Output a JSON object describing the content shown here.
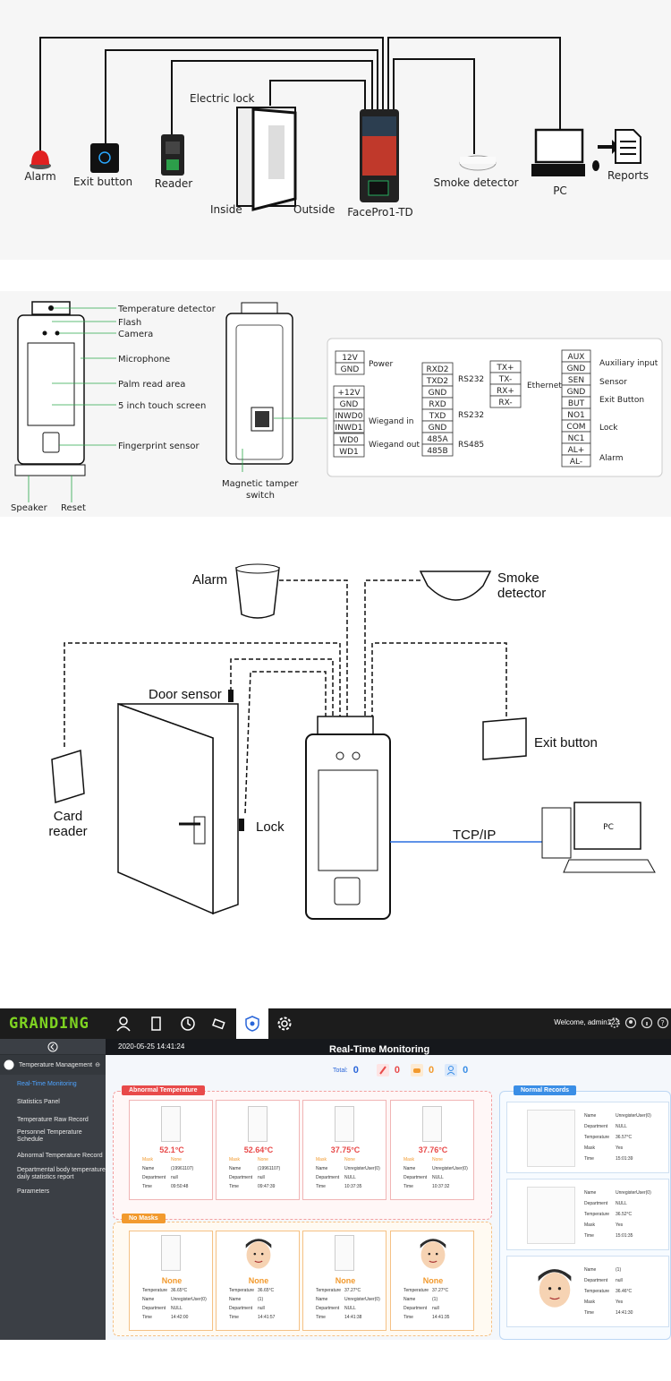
{
  "diagram1": {
    "labels": {
      "alarm": "Alarm",
      "exit_button": "Exit button",
      "reader": "Reader",
      "electric_lock": "Electric lock",
      "inside": "Inside",
      "outside": "Outside",
      "device": "FacePro1-TD",
      "smoke_detector": "Smoke detector",
      "pc": "PC",
      "reports": "Reports"
    }
  },
  "diagram2": {
    "labels": {
      "temperature_detector": "Temperature detector",
      "flash": "Flash",
      "camera": "Camera",
      "microphone": "Microphone",
      "palm": "Palm read area",
      "touch": "5 inch touch screen",
      "fingerprint": "Fingerprint sensor",
      "speaker": "Speaker",
      "reset": "Reset",
      "tamper_1": "Magnetic tamper",
      "tamper_2": "switch"
    },
    "power_pins": [
      "12V",
      "GND"
    ],
    "power_label": "Power",
    "wiegand_in_pins": [
      "+12V",
      "GND",
      "INWD0",
      "INWD1"
    ],
    "wiegand_in_label": "Wiegand in",
    "wiegand_out_pins": [
      "WD0",
      "WD1"
    ],
    "wiegand_out_label": "Wiegand out",
    "serial_pins": [
      "RXD2",
      "TXD2",
      "GND",
      "RXD",
      "TXD",
      "GND",
      "485A",
      "485B"
    ],
    "rs232_label": "RS232",
    "rs485_label": "RS485",
    "ethernet_pins": [
      "TX+",
      "TX-",
      "RX+",
      "RX-"
    ],
    "ethernet_label": "Ethernet",
    "right_pins": [
      "AUX",
      "GND",
      "SEN",
      "GND",
      "BUT",
      "NO1",
      "COM",
      "NC1",
      "AL+",
      "AL-"
    ],
    "right_labels": {
      "aux": "Auxiliary input",
      "sensor": "Sensor",
      "exit": "Exit Button",
      "lock": "Lock",
      "alarm": "Alarm"
    }
  },
  "diagram3": {
    "labels": {
      "alarm": "Alarm",
      "smoke_1": "Smoke",
      "smoke_2": "detector",
      "door_sensor": "Door sensor",
      "exit_button": "Exit button",
      "card_1": "Card",
      "card_2": "reader",
      "lock": "Lock",
      "tcpip": "TCP/IP",
      "pc": "PC"
    }
  },
  "app": {
    "logo": "GRANDING",
    "welcome": "Welcome, admin123",
    "sidebar": {
      "group": "Temperature Management",
      "items": [
        "Real-Time Monitoring",
        "Statistics Panel",
        "Temperature Raw Record",
        "Personnel Temperature Schedule",
        "Abnormal Temperature Record",
        "Departmental body temperature daily statistics report",
        "Parameters"
      ]
    },
    "datetime": "2020-05-25 14:41:24",
    "page_title": "Real-Time Monitoring",
    "counts": {
      "total_label": "Total:",
      "total": "0",
      "abnormal": "0",
      "mask": "0",
      "normal": "0"
    },
    "abnormal_title": "Abnormal Temperature",
    "nomask_title": "No Masks",
    "normal_title": "Normal Records",
    "field_labels": {
      "mask": "Mask",
      "name": "Name",
      "department": "Department",
      "time": "Time",
      "temperature": "Temperature"
    },
    "abnormal_cards": [
      {
        "temp": "52.1°C",
        "mask": "None",
        "name": "(19961107)",
        "department": "null",
        "time": "09:50:48"
      },
      {
        "temp": "52.64°C",
        "mask": "None",
        "name": "(19961107)",
        "department": "null",
        "time": "09:47:39"
      },
      {
        "temp": "37.75°C",
        "mask": "None",
        "name": "UnregisterUser(0)",
        "department": "NULL",
        "time": "10:37:35"
      },
      {
        "temp": "37.76°C",
        "mask": "None",
        "name": "UnregisterUser(0)",
        "department": "NULL",
        "time": "10:37:32"
      }
    ],
    "nomask_cards": [
      {
        "status": "None",
        "temperature": "36.65°C",
        "name": "UnregisterUser(0)",
        "department": "NULL",
        "time": "14:42:00"
      },
      {
        "status": "None",
        "temperature": "36.65°C",
        "name": "(1)",
        "department": "null",
        "time": "14:41:57"
      },
      {
        "status": "None",
        "temperature": "37.27°C",
        "name": "UnregisterUser(0)",
        "department": "NULL",
        "time": "14:41:38"
      },
      {
        "status": "None",
        "temperature": "37.27°C",
        "name": "(1)",
        "department": "null",
        "time": "14:41:35"
      }
    ],
    "normal_cards": [
      {
        "name": "UnregisterUser(0)",
        "department": "NULL",
        "temperature": "36.57°C",
        "mask": "Yes",
        "time": "15:01:39"
      },
      {
        "name": "UnregisterUser(0)",
        "department": "NULL",
        "temperature": "36.52°C",
        "mask": "Yes",
        "time": "15:01:35"
      },
      {
        "name": "(1)",
        "department": "null",
        "temperature": "36.46°C",
        "mask": "Yes",
        "time": "14:41:30"
      }
    ],
    "colors": {
      "abnormal": "#e84a4a",
      "nomask": "#f29a2e",
      "normal": "#3a8ee6",
      "logo": "#7ed321"
    }
  }
}
